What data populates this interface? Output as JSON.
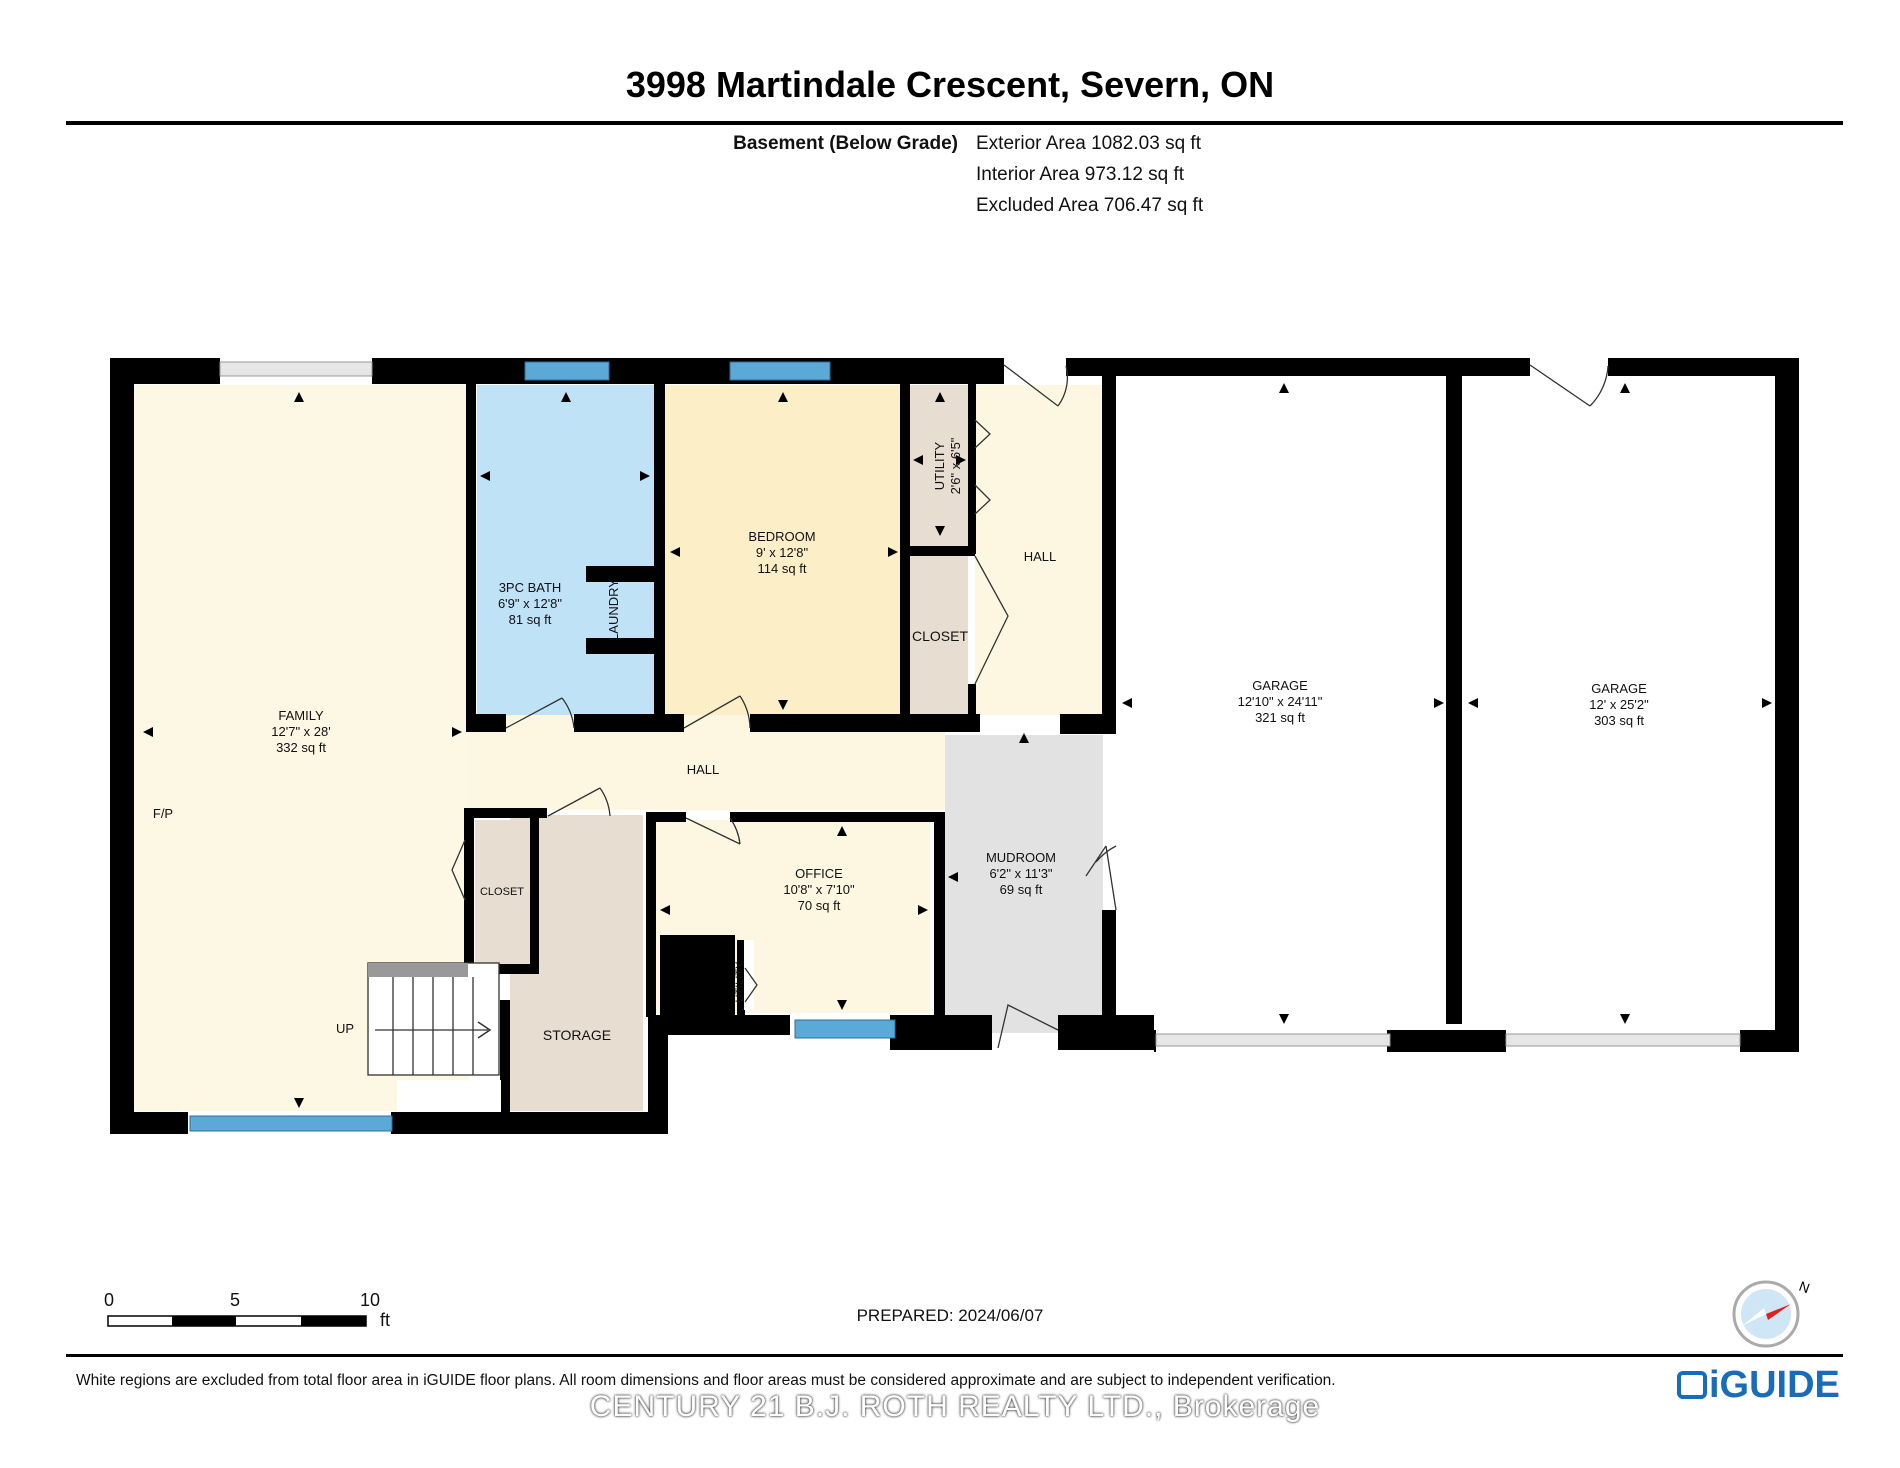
{
  "header": {
    "title": "3998 Martindale Crescent, Severn, ON"
  },
  "areas": {
    "level_label": "Basement (Below Grade)",
    "exterior": "Exterior Area 1082.03 sq ft",
    "interior": "Interior Area 973.12 sq ft",
    "excluded": "Excluded Area 706.47 sq ft"
  },
  "rooms": {
    "family": {
      "name": "FAMILY",
      "dims": "12'7\" x 28'",
      "area": "332 sq ft"
    },
    "bath": {
      "name": "3PC BATH",
      "dims": "6'9\" x 12'8\"",
      "area": "81 sq ft"
    },
    "laundry": {
      "name": "LAUNDRY"
    },
    "bedroom": {
      "name": "BEDROOM",
      "dims": "9' x 12'8\"",
      "area": "114 sq ft"
    },
    "utility_top": {
      "name": "UTILITY",
      "dims": "2'6\" x 6'5\""
    },
    "closet_top": {
      "name": "CLOSET"
    },
    "hall_top": {
      "name": "HALL"
    },
    "hall_main": {
      "name": "HALL"
    },
    "garage1": {
      "name": "GARAGE",
      "dims": "12'10\" x 24'11\"",
      "area": "321 sq ft"
    },
    "garage2": {
      "name": "GARAGE",
      "dims": "12' x 25'2\"",
      "area": "303 sq ft"
    },
    "mudroom": {
      "name": "MUDROOM",
      "dims": "6'2\" x 11'3\"",
      "area": "69 sq ft"
    },
    "office": {
      "name": "OFFICE",
      "dims": "10'8\" x 7'10\"",
      "area": "70 sq ft"
    },
    "closet_low": {
      "name": "CLOSET"
    },
    "utility_low": {
      "name": "UTILITY"
    },
    "storage": {
      "name": "STORAGE"
    },
    "fp": {
      "name": "F/P"
    },
    "up": {
      "name": "UP"
    }
  },
  "scale": {
    "zero": "0",
    "five": "5",
    "ten": "10",
    "unit": "ft"
  },
  "footer": {
    "prepared": "PREPARED: 2024/06/07",
    "disclaimer": "White regions are excluded from total floor area in iGUIDE floor plans. All room dimensions and floor areas must be considered approximate and are subject to independent verification.",
    "watermark": "CENTURY 21 B.J. ROTH REALTY LTD., Brokerage",
    "logo": "iGUIDE",
    "compass_letter": "N"
  },
  "colors": {
    "family": "#fdf8e4",
    "bath": "#bfe2f7",
    "bedroom": "#fcefc8",
    "utility": "#e7ddd0",
    "hall": "#fdf7e2",
    "mudroom": "#e2e2e2",
    "storage": "#e7ddd0",
    "window": "#5aa9d6",
    "wall": "#000000",
    "brand": "#1a6bb8"
  }
}
